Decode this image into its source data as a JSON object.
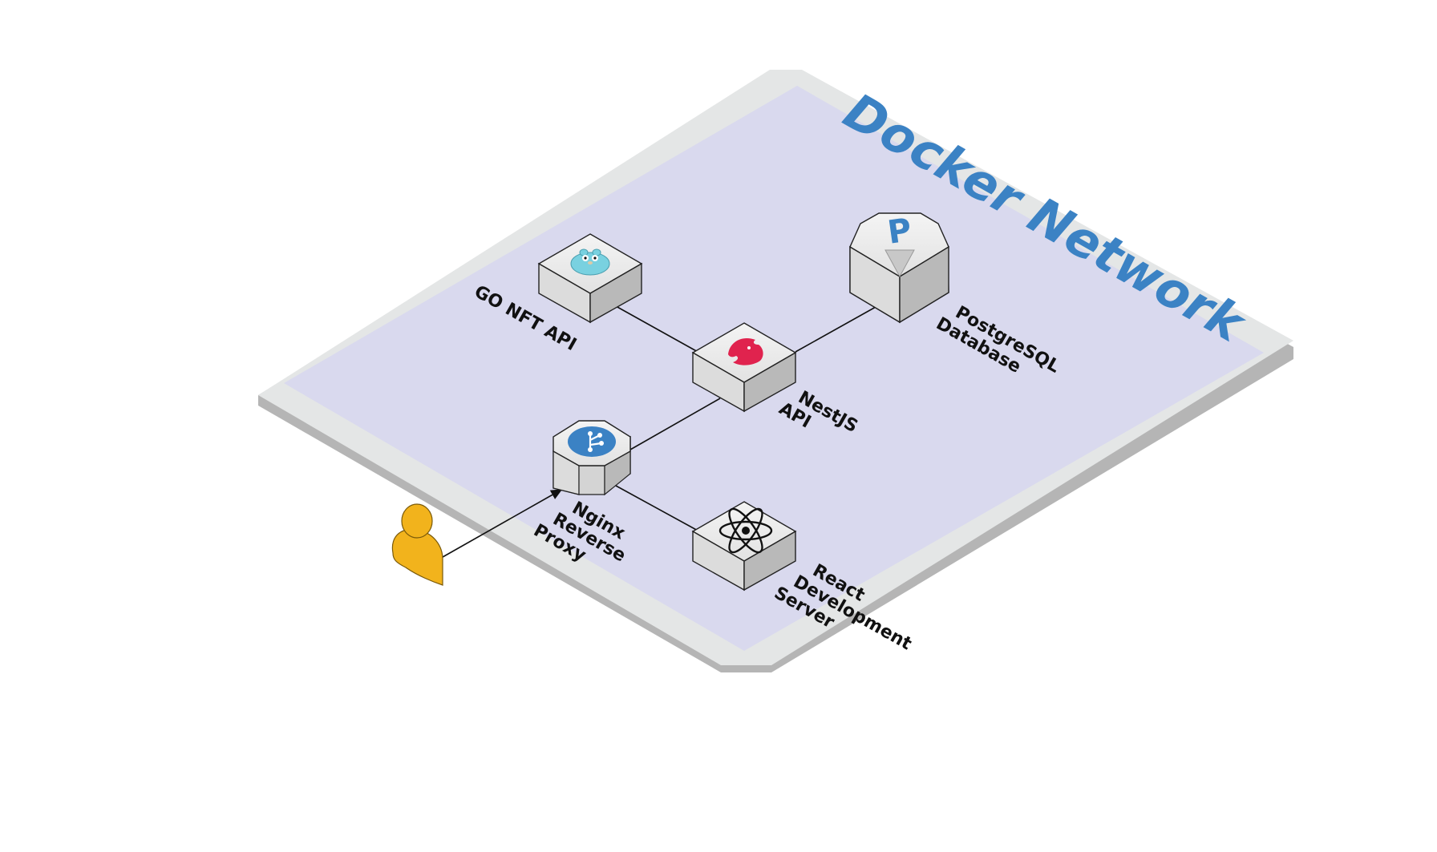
{
  "diagram": {
    "network_title": "Docker Network",
    "nodes": {
      "go_api": {
        "label_lines": [
          "GO NFT API"
        ],
        "icon": "gopher-icon"
      },
      "nestjs": {
        "label_lines": [
          "NestJS",
          "API"
        ],
        "icon": "nestjs-icon"
      },
      "postgres": {
        "label_lines": [
          "PostgreSQL",
          "Database"
        ],
        "icon": "postgresql-icon"
      },
      "nginx": {
        "label_lines": [
          "Nginx",
          "Reverse",
          "Proxy"
        ],
        "icon": "nginx-proxy-icon"
      },
      "react": {
        "label_lines": [
          "React",
          "Development",
          "Server"
        ],
        "icon": "react-atom-icon"
      },
      "user": {
        "icon": "user-icon"
      }
    },
    "colors": {
      "network_fill": "#d9d9ee",
      "network_border": "#e4e6e6",
      "network_shadow": "#b5b5b5",
      "title": "#3b82c4",
      "user": "#f2b31c",
      "nestjs": "#e0234e",
      "gopher": "#79d1e0",
      "nginx_badge": "#3b82c4"
    }
  }
}
